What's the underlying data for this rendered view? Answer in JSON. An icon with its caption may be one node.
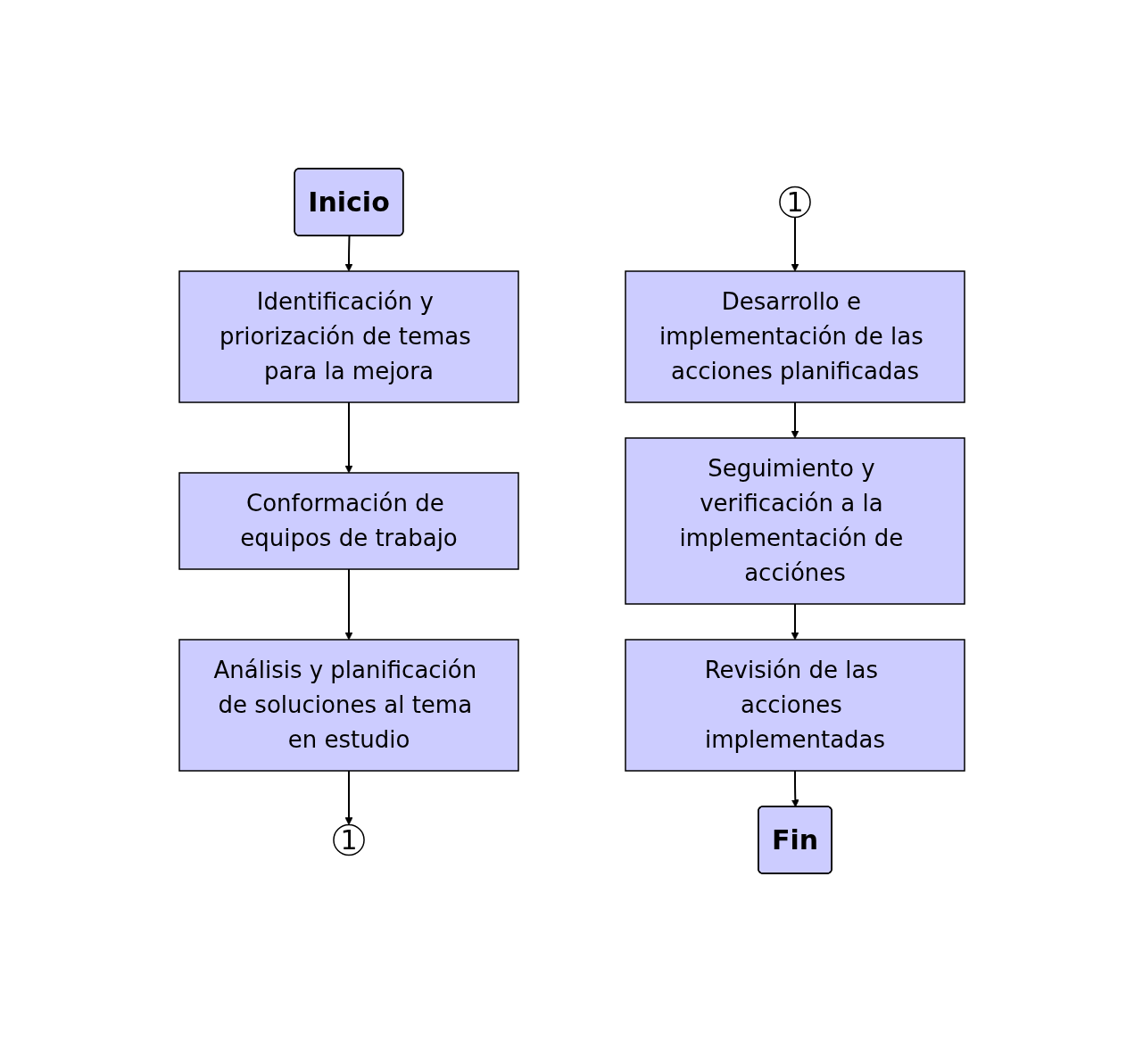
{
  "diagram": {
    "nodes": [
      {
        "text": [
          "Inicio"
        ]
      },
      {
        "text": [
          "Identificación y priorización de temas para la mejora"
        ]
      },
      {
        "text": [
          "Conformación de equipos de trabajo"
        ]
      },
      {
        "text": [
          "Análisis y planificación de soluciones al tema en estudio"
        ]
      },
      {
        "text": [
          "1"
        ]
      },
      {
        "text": [
          "1"
        ]
      },
      {
        "text": [
          "Desarrollo e implementación de las acciones planificadas"
        ]
      },
      {
        "text": [
          "Seguimiento y verificación a la implementación de acciónes"
        ]
      },
      {
        "text": [
          "Revisión de las acciones implementadas"
        ]
      },
      {
        "text": [
          "Fin"
        ]
      }
    ],
    "edges": [
      {
        "from": 0,
        "to": 1,
        "arrow": "to"
      },
      {
        "from": 1,
        "to": 2,
        "arrow": "to"
      },
      {
        "from": 2,
        "to": 3,
        "arrow": "to"
      },
      {
        "from": 3,
        "to": 4,
        "arrow": "to"
      },
      {
        "from": 5,
        "to": 6,
        "arrow": "to"
      },
      {
        "from": 6,
        "to": 7,
        "arrow": "to"
      },
      {
        "from": 7,
        "to": 8,
        "arrow": "to"
      },
      {
        "from": 8,
        "to": 9,
        "arrow": "to"
      }
    ]
  }
}
